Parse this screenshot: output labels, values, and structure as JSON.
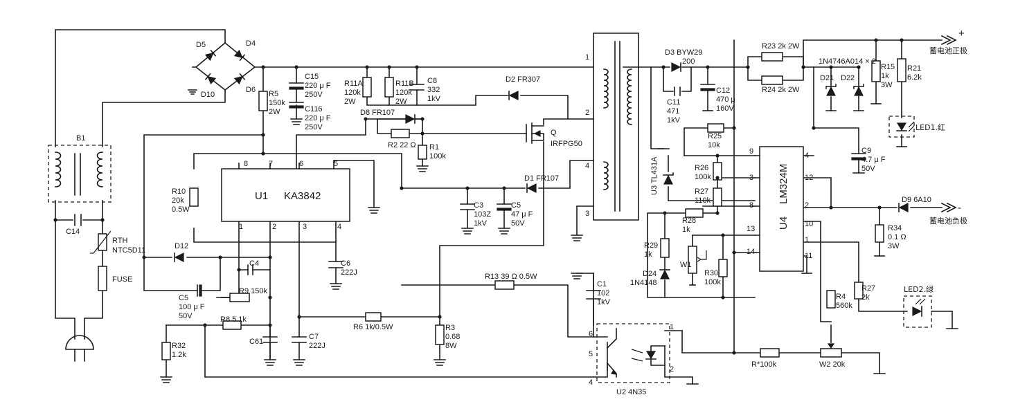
{
  "labels": {
    "b1": "B1",
    "c14": "C14",
    "rth": "RTH",
    "rth_value": "NTC5D11",
    "fuse": "FUSE",
    "d5": "D5",
    "d4": "D4",
    "d10": "D10",
    "d6": "D6",
    "r5": "R5",
    "r5_value": "150k",
    "r5_power": "2W",
    "c15": "C15",
    "c15_value": "220 μ F",
    "c15_voltage": "250V",
    "c116": "C116",
    "c116_value": "220 μ F",
    "c116_voltage": "250V",
    "r11a": "R11A",
    "r11a_value": "120k",
    "r11a_power": "2W",
    "r11b": "R11B",
    "r11b_value": "120k",
    "r11b_power": "2W",
    "c8": "C8",
    "c8_value": "332",
    "c8_voltage": "1kV",
    "d2": "D2  FR307",
    "d8": "D8  FR107",
    "r2": "R2  22 Ω",
    "r1": "R1",
    "r1_value": "100k",
    "q": "Q",
    "q_part": "IRFPG50",
    "u1": "U1",
    "u1_part": "KA3842",
    "u1_pin8": "8",
    "u1_pin7": "7",
    "u1_pin6": "6",
    "u1_pin5": "5",
    "u1_pin1": "1",
    "u1_pin2": "2",
    "u1_pin3": "3",
    "u1_pin4": "4",
    "r10": "R10",
    "r10_value": "20k",
    "r10_power": "0.5W",
    "d12": "D12",
    "c4": "C4",
    "c5": "C5",
    "c5_value": "100 μ F",
    "c5_voltage": "50V",
    "r9": "R9  150k",
    "c6": "C6",
    "c6_value": "222J",
    "r8": "R8  5.1k",
    "r32": "R32",
    "r32_value": "1.2k",
    "c61": "C61",
    "c7": "C7",
    "c7_value": "222J",
    "r6": "R6  1k/0.5W",
    "r3": "R3",
    "r3_value": "0.68",
    "r3_power": "8W",
    "c3": "C3",
    "c3_value": "103Z",
    "c3_voltage": "1kV",
    "c5b": "C5",
    "c5b_value": "47 μ F",
    "c5b_voltage": "50V",
    "d1": "D1  FR107",
    "r13": "R13  39 Ω  0.5W",
    "c1": "C1",
    "c1_value": "102",
    "c1_voltage": "1kV",
    "t_pin1": "1",
    "t_pin2": "2",
    "t_pin4": "4",
    "t_pin3": "3",
    "d3": "D3  BYW29",
    "d3_value": "200",
    "c11": "C11",
    "c11_value": "471",
    "c11_voltage": "1kV",
    "c12": "C12",
    "c12_value": "470 μ",
    "c12_voltage": "160V",
    "r23": "R23  2k  2W",
    "r24": "R24  2k  2W",
    "zener_pair": "1N4746A014 × 2",
    "d21": "D21",
    "d22": "D22",
    "r15": "R15",
    "r15_value": "1k",
    "r15_power": "3W",
    "r21": "R21",
    "r21_value": "6.2k",
    "led1": "LED1.红",
    "plus": "+",
    "battery_positive": "蓄电池正极",
    "c9": "C9",
    "c9_value": "4.7 μ F",
    "c9_voltage": "50V",
    "r25": "R25",
    "r25_value": "10k",
    "u3": "U3  TL431A",
    "r26": "R26",
    "r26_value": "100k",
    "r27": "R27",
    "r27_value": "110k",
    "r28": "R28",
    "r28_value": "1k",
    "r29": "R29",
    "r29_value": "1k",
    "d24": "D24",
    "d24_part": "1N4148",
    "w1": "W1",
    "r30": "R30",
    "r30_value": "100k",
    "u4": "U4",
    "u4_part": "LM324M",
    "u4_pin9": "9",
    "u4_pin3": "3",
    "u4_pin8": "8",
    "u4_pin13": "13",
    "u4_pin14": "14",
    "u4_pin4": "4",
    "u4_pin12": "12",
    "u4_pin2": "2",
    "u4_pin10": "10",
    "u4_pin1": "1",
    "u4_pin11": "11",
    "d9": "D9  6A10",
    "minus": "-",
    "battery_negative": "蓄电池负极",
    "r34": "R34",
    "r34_value": "0.1 Ω",
    "r34_power": "3W",
    "r4": "R4",
    "r4_value": "560k",
    "r27b": "R27",
    "r27b_value": "2k",
    "led2": "LED2.绿",
    "r_star": "R*100k",
    "w2": "W2  20k",
    "u2_pin6": "6",
    "u2_pin5": "5",
    "u2_pin4": "4",
    "u2_pin1": "1",
    "u2_pin2": "2",
    "u2": "U2  4N35"
  }
}
